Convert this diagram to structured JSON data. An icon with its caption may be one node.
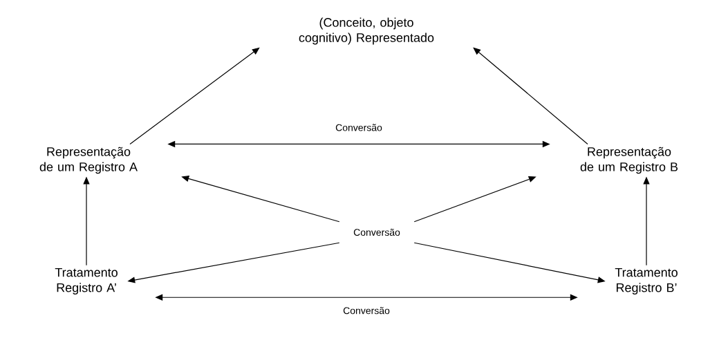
{
  "diagram": {
    "nodes": [
      {
        "text": [
          "(Conceito, objeto cognitivo) Representado"
        ]
      },
      {
        "text": [
          "Representação de um Registro A"
        ]
      },
      {
        "text": [
          "Representação de um Registro B"
        ]
      },
      {
        "text": [
          "Conversão"
        ]
      },
      {
        "text": [
          "Tratamento Registro A’"
        ]
      },
      {
        "text": [
          "Tratamento Registro B’"
        ]
      }
    ],
    "edges": [
      {
        "from": 1,
        "to": 0,
        "arrow": "to"
      },
      {
        "from": 2,
        "to": 0,
        "arrow": "to"
      },
      {
        "from": 1,
        "to": 2,
        "arrow": "both",
        "label": "Conversão"
      },
      {
        "from": 3,
        "to": 1,
        "arrow": "to"
      },
      {
        "from": 3,
        "to": 2,
        "arrow": "to"
      },
      {
        "from": 3,
        "to": 4,
        "arrow": "to"
      },
      {
        "from": 3,
        "to": 5,
        "arrow": "to"
      },
      {
        "from": 4,
        "to": 1,
        "arrow": "to"
      },
      {
        "from": 5,
        "to": 2,
        "arrow": "to"
      },
      {
        "from": 4,
        "to": 5,
        "arrow": "both",
        "label": "Conversão"
      }
    ]
  }
}
